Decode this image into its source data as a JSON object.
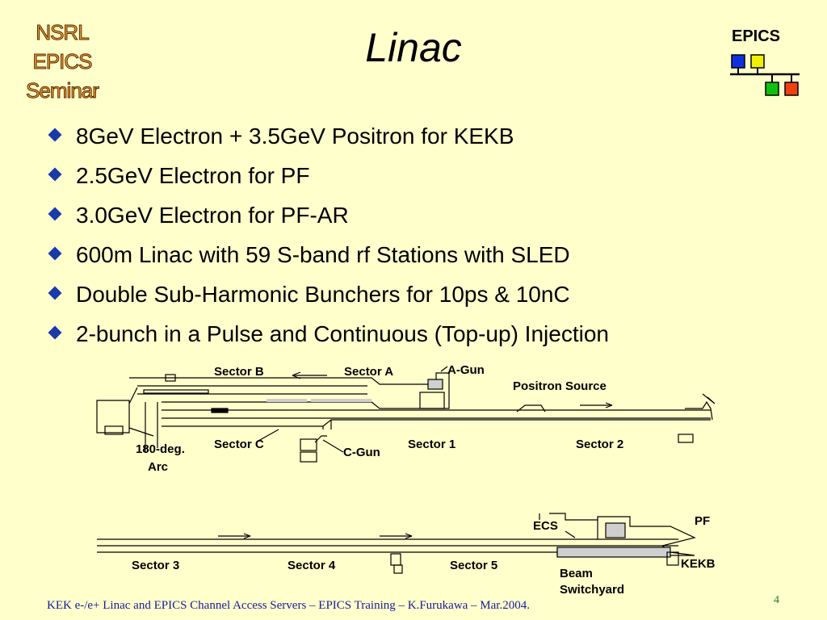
{
  "logo": {
    "lines": [
      "NSRL",
      "EPICS",
      "Seminar"
    ]
  },
  "title": "Linac",
  "epics_logo": {
    "label": "EPICS",
    "colors": [
      "#1030e0",
      "#f0f000",
      "#10c010",
      "#f04010"
    ]
  },
  "bullets": [
    "8GeV Electron + 3.5GeV Positron for KEKB",
    "2.5GeV Electron for PF",
    "3.0GeV Electron for PF-AR",
    "600m Linac with 59 S-band rf Stations with SLED",
    "Double Sub-Harmonic Bunchers for 10ps & 10nC",
    "2-bunch in a Pulse and Continuous (Top-up) Injection"
  ],
  "diagram": {
    "labels": {
      "sector_b": "Sector B",
      "sector_a": "Sector A",
      "a_gun": "A-Gun",
      "positron_source": "Positron Source",
      "arc_line1": "180-deg.",
      "arc_line2": "Arc",
      "sector_c": "Sector C",
      "c_gun": "C-Gun",
      "sector_1": "Sector 1",
      "sector_2": "Sector 2",
      "ecs": "ECS",
      "pf": "PF",
      "kekb": "KEKB",
      "sector_3": "Sector 3",
      "sector_4": "Sector 4",
      "sector_5": "Sector 5",
      "beam_line1": "Beam",
      "beam_line2": "Switchyard"
    }
  },
  "footer": "KEK e-/e+ Linac and EPICS Channel Access Servers – EPICS Training – K.Furukawa – Mar.2004.",
  "page_number": "4"
}
